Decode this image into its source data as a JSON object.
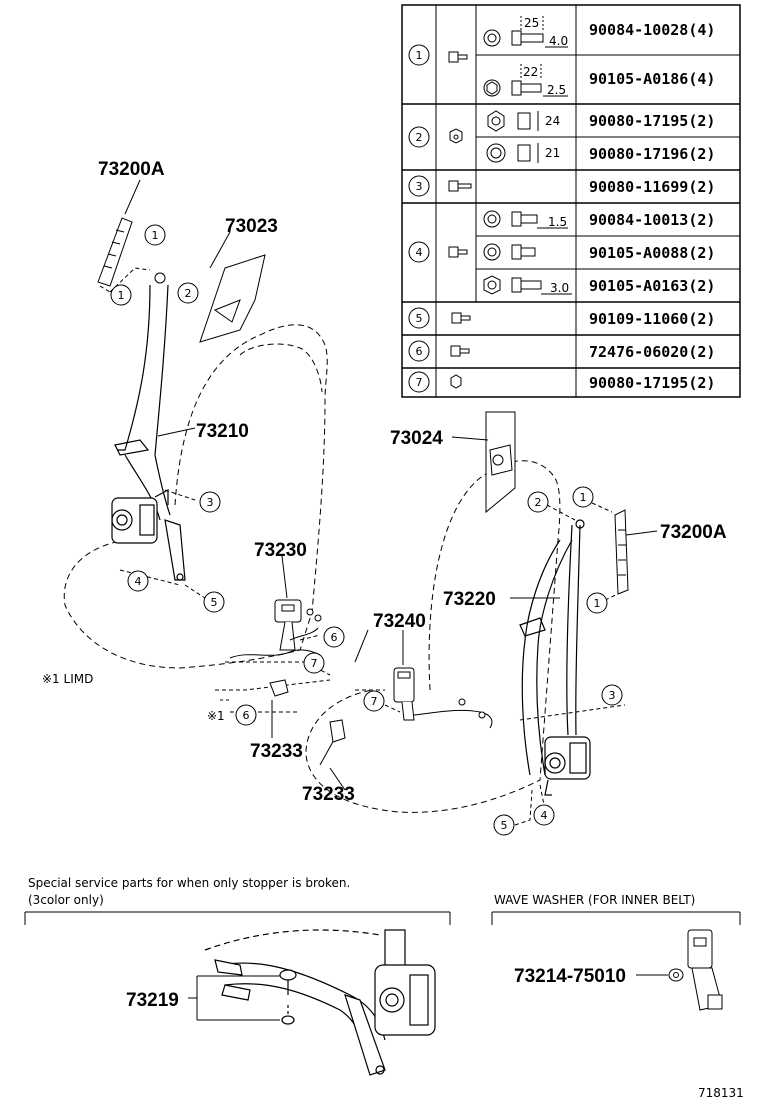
{
  "labels": {
    "l73200a_left": "73200A",
    "l73023": "73023",
    "l73210": "73210",
    "l73230": "73230",
    "l73024": "73024",
    "l73200a_right": "73200A",
    "l73220": "73220",
    "l73240": "73240",
    "l73233_a": "73233",
    "l73233_b": "73233",
    "l73219": "73219",
    "l73214": "73214-75010"
  },
  "notes": {
    "limd": "※1  LIMD",
    "star_prefix": "※1",
    "special_line1": "Special service parts for when only stopper is broken.",
    "special_line2": "(3color only)",
    "wave_washer": "WAVE WASHER (FOR INNER BELT)",
    "figure_id": "718131"
  },
  "callouts": {
    "c1": "1",
    "c2": "2",
    "c3": "3",
    "c4": "4",
    "c5": "5",
    "c6": "6",
    "c7": "7"
  },
  "parts_table": [
    {
      "ref": "1",
      "rows": [
        {
          "dims": [
            "25",
            "4.0"
          ],
          "part": "90084-10028(4)"
        },
        {
          "dims": [
            "22",
            "2.5"
          ],
          "part": "90105-A0186(4)"
        }
      ]
    },
    {
      "ref": "2",
      "rows": [
        {
          "dims": [
            "24"
          ],
          "part": "90080-17195(2)"
        },
        {
          "dims": [
            "21"
          ],
          "part": "90080-17196(2)"
        }
      ]
    },
    {
      "ref": "3",
      "rows": [
        {
          "dims": [],
          "part": "90080-11699(2)"
        }
      ]
    },
    {
      "ref": "4",
      "rows": [
        {
          "dims": [
            "1.5"
          ],
          "part": "90084-10013(2)"
        },
        {
          "dims": [],
          "part": "90105-A0088(2)"
        },
        {
          "dims": [
            "3.0"
          ],
          "part": "90105-A0163(2)"
        }
      ]
    },
    {
      "ref": "5",
      "rows": [
        {
          "dims": [],
          "part": "90109-11060(2)"
        }
      ]
    },
    {
      "ref": "6",
      "rows": [
        {
          "dims": [],
          "part": "72476-06020(2)"
        }
      ]
    },
    {
      "ref": "7",
      "rows": [
        {
          "dims": [],
          "part": "90080-17195(2)"
        }
      ]
    }
  ]
}
